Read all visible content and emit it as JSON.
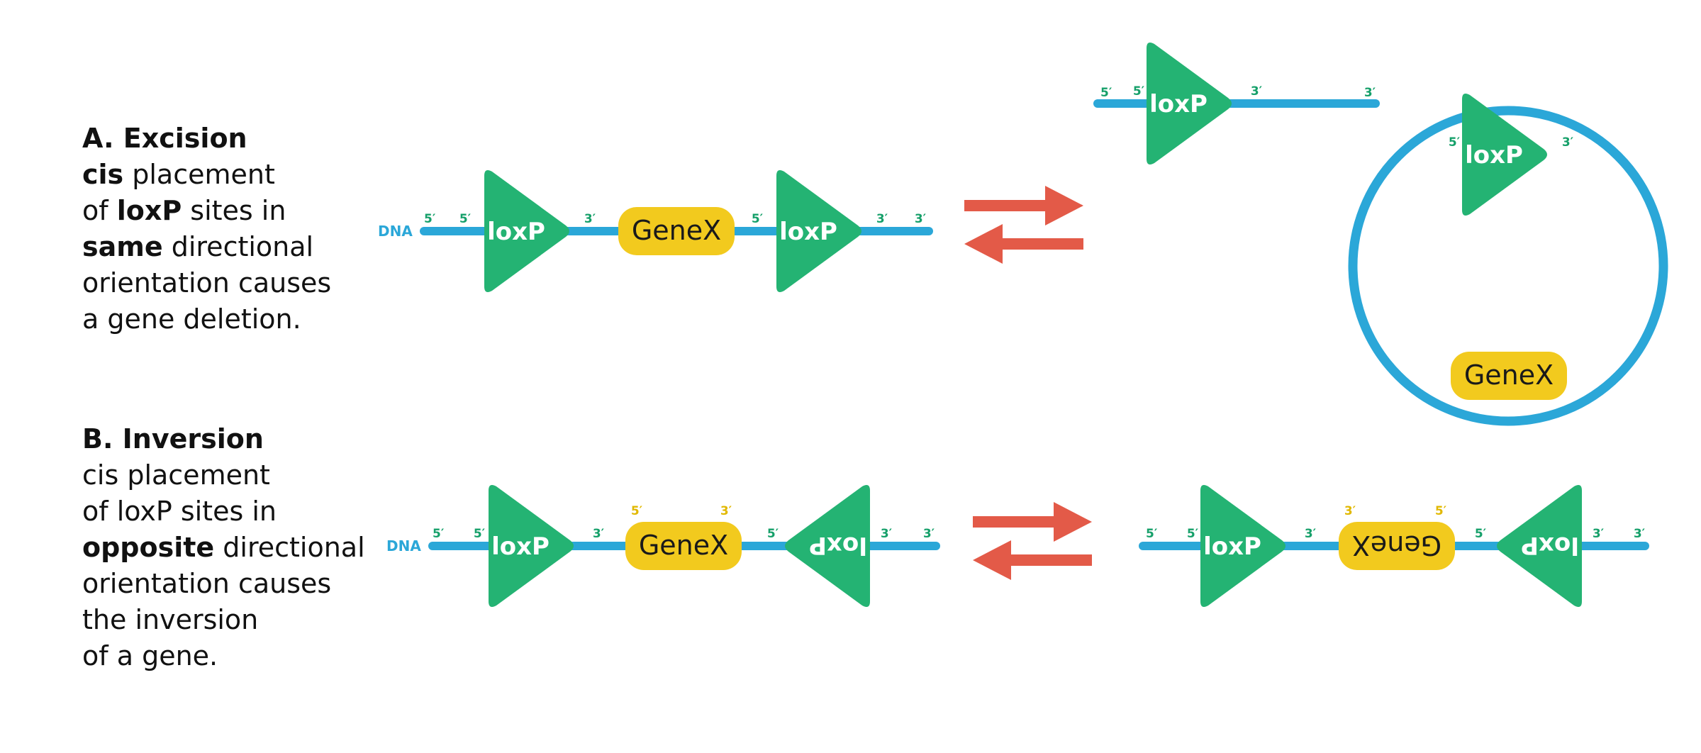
{
  "colors": {
    "dna": "#2ba7d8",
    "loxp": "#24b373",
    "loxp_dark": "#1f9c62",
    "gene": "#f2ca1e",
    "arrow": "#e35a48"
  },
  "icons": {
    "loxp_site": "triangle",
    "equilibrium_arrows": "double-arrow"
  },
  "section_a": {
    "heading": "A. Excision",
    "lines": [
      [
        "cis",
        " placement"
      ],
      [
        "of ",
        "loxP",
        " sites in"
      ],
      [
        "same",
        " directional"
      ],
      [
        "orientation causes"
      ],
      [
        "a gene deletion."
      ]
    ]
  },
  "section_b": {
    "heading": "B. Inversion",
    "lines": [
      "cis placement",
      "of loxP sites in",
      [
        "opposite",
        " directional"
      ],
      "orientation causes",
      "the inversion",
      "of a gene."
    ]
  },
  "labels": {
    "dna": "DNA",
    "loxp": "loxP",
    "gene": "GeneX",
    "five_prime": "5′",
    "three_prime": "3′"
  }
}
